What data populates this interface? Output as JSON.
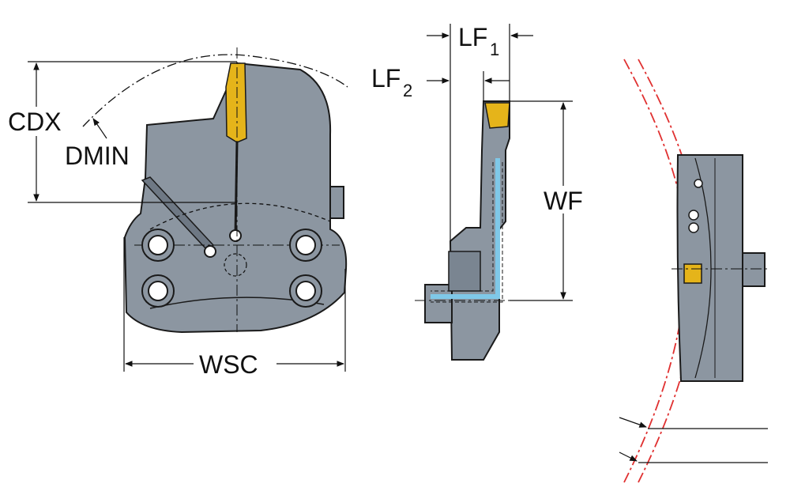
{
  "labels": {
    "cdx": "CDX",
    "dmin": "DMIN",
    "wsc": "WSC",
    "wf": "WF",
    "lf1_base": "LF",
    "lf1_sub": "1",
    "lf2_base": "LF",
    "lf2_sub": "2"
  },
  "colors": {
    "body": "#8C96A1",
    "body_dark": "#6E7884",
    "outline": "#1A1A1A",
    "insert": "#E5B41A",
    "coolant": "#7FC8E8",
    "workpiece_line": "#E03030",
    "background": "#FFFFFF"
  }
}
